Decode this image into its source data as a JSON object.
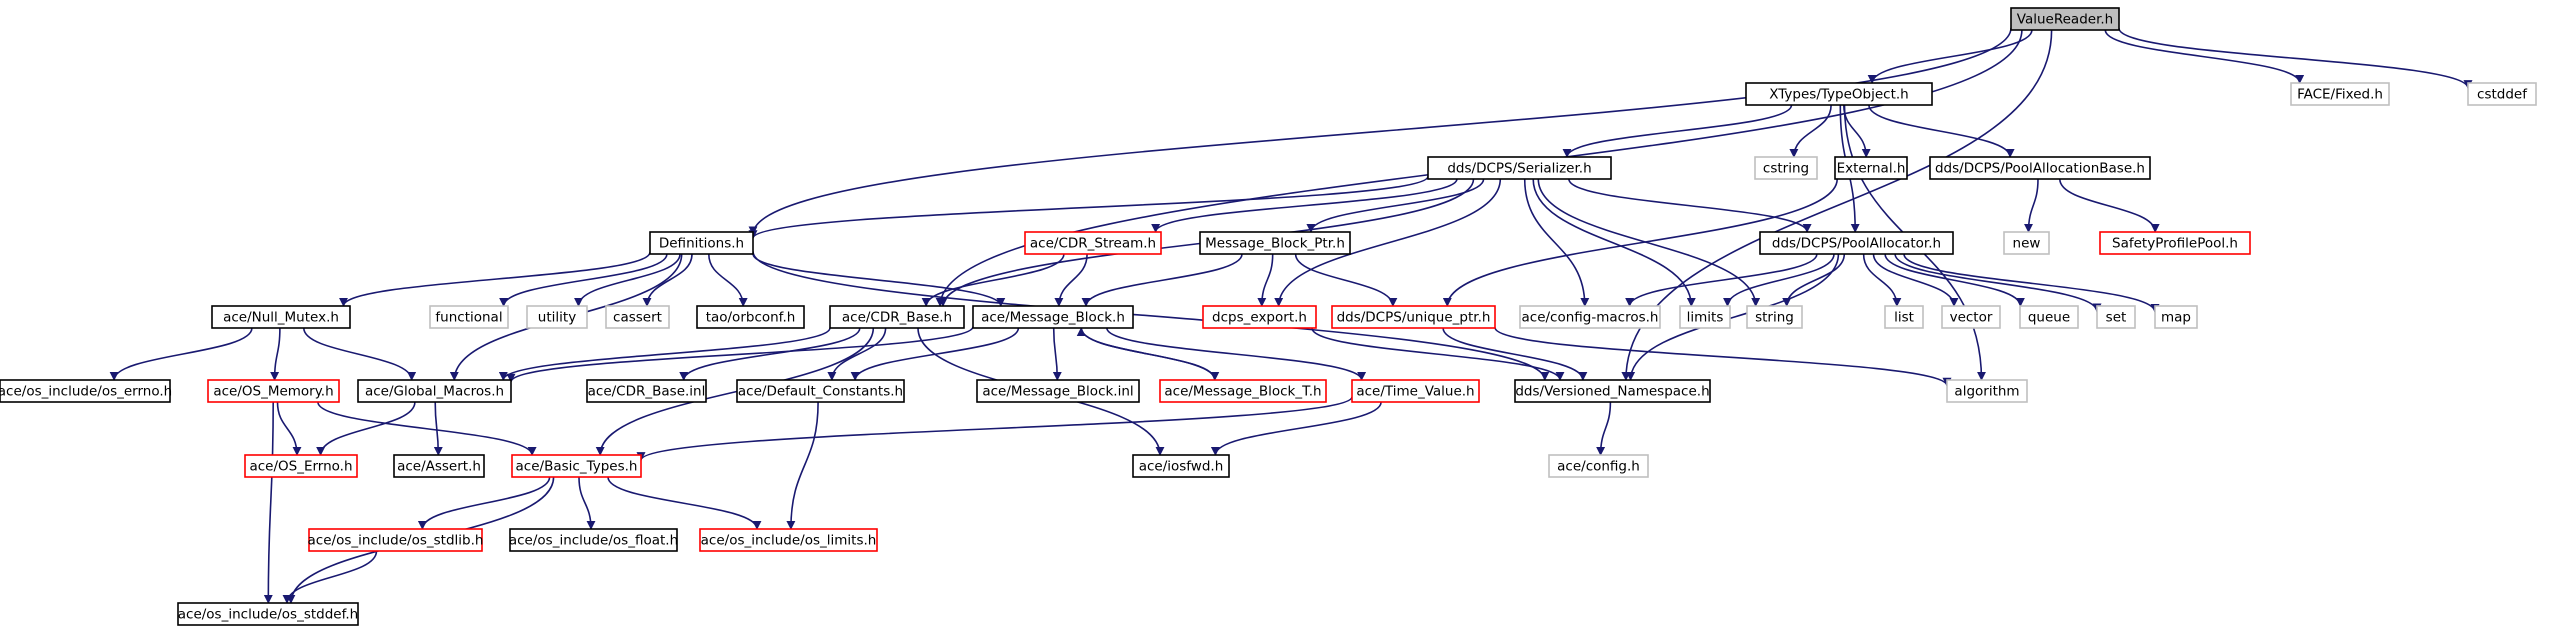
{
  "colors": {
    "node_fill": "#ffffff",
    "root_fill": "#bfbfbf",
    "normal_border": "#000000",
    "truncated_border": "#ff0000",
    "system_border": "#bfbfbf",
    "edge": "#191970",
    "text_dark": "#000000",
    "text_system": "#404040"
  },
  "nodes": {
    "n_valuereader": {
      "label": "ValueReader.h",
      "kind": "root"
    },
    "n_typeobject": {
      "label": "XTypes/TypeObject.h",
      "kind": "normal"
    },
    "n_face_fixed": {
      "label": "FACE/Fixed.h",
      "kind": "system"
    },
    "n_cstddef": {
      "label": "cstddef",
      "kind": "system"
    },
    "n_serializer": {
      "label": "dds/DCPS/Serializer.h",
      "kind": "normal"
    },
    "n_cstring": {
      "label": "cstring",
      "kind": "system"
    },
    "n_external": {
      "label": "External.h",
      "kind": "normal"
    },
    "n_poolallocbase": {
      "label": "dds/DCPS/PoolAllocationBase.h",
      "kind": "normal"
    },
    "n_definitions": {
      "label": "Definitions.h",
      "kind": "normal"
    },
    "n_cdr_stream": {
      "label": "ace/CDR_Stream.h",
      "kind": "truncated"
    },
    "n_mb_ptr": {
      "label": "Message_Block_Ptr.h",
      "kind": "normal"
    },
    "n_poolallocator": {
      "label": "dds/DCPS/PoolAllocator.h",
      "kind": "normal"
    },
    "n_new": {
      "label": "new",
      "kind": "system"
    },
    "n_safetypool": {
      "label": "SafetyProfilePool.h",
      "kind": "truncated"
    },
    "n_null_mutex": {
      "label": "ace/Null_Mutex.h",
      "kind": "normal"
    },
    "n_functional": {
      "label": "functional",
      "kind": "system"
    },
    "n_utility": {
      "label": "utility",
      "kind": "system"
    },
    "n_cassert": {
      "label": "cassert",
      "kind": "system"
    },
    "n_orbconf": {
      "label": "tao/orbconf.h",
      "kind": "normal"
    },
    "n_cdr_base": {
      "label": "ace/CDR_Base.h",
      "kind": "normal"
    },
    "n_message_block": {
      "label": "ace/Message_Block.h",
      "kind": "normal"
    },
    "n_dcps_export": {
      "label": "dcps_export.h",
      "kind": "truncated"
    },
    "n_unique_ptr": {
      "label": "dds/DCPS/unique_ptr.h",
      "kind": "truncated"
    },
    "n_config_macros": {
      "label": "ace/config-macros.h",
      "kind": "system"
    },
    "n_limits": {
      "label": "limits",
      "kind": "system"
    },
    "n_string": {
      "label": "string",
      "kind": "system"
    },
    "n_list": {
      "label": "list",
      "kind": "system"
    },
    "n_vector": {
      "label": "vector",
      "kind": "system"
    },
    "n_queue": {
      "label": "queue",
      "kind": "system"
    },
    "n_set": {
      "label": "set",
      "kind": "system"
    },
    "n_map": {
      "label": "map",
      "kind": "system"
    },
    "n_os_errno_inc": {
      "label": "ace/os_include/os_errno.h",
      "kind": "normal"
    },
    "n_os_memory": {
      "label": "ace/OS_Memory.h",
      "kind": "truncated"
    },
    "n_global_macros": {
      "label": "ace/Global_Macros.h",
      "kind": "normal"
    },
    "n_cdr_base_inl": {
      "label": "ace/CDR_Base.inl",
      "kind": "normal"
    },
    "n_default_constants": {
      "label": "ace/Default_Constants.h",
      "kind": "normal"
    },
    "n_mb_inl": {
      "label": "ace/Message_Block.inl",
      "kind": "normal"
    },
    "n_mb_t": {
      "label": "ace/Message_Block_T.h",
      "kind": "truncated"
    },
    "n_time_value": {
      "label": "ace/Time_Value.h",
      "kind": "truncated"
    },
    "n_versioned_ns": {
      "label": "dds/Versioned_Namespace.h",
      "kind": "normal"
    },
    "n_algorithm": {
      "label": "algorithm",
      "kind": "system"
    },
    "n_os_errno": {
      "label": "ace/OS_Errno.h",
      "kind": "truncated"
    },
    "n_assert": {
      "label": "ace/Assert.h",
      "kind": "normal"
    },
    "n_basic_types": {
      "label": "ace/Basic_Types.h",
      "kind": "truncated"
    },
    "n_iosfwd": {
      "label": "ace/iosfwd.h",
      "kind": "normal"
    },
    "n_config": {
      "label": "ace/config.h",
      "kind": "system"
    },
    "n_os_stdlib": {
      "label": "ace/os_include/os_stdlib.h",
      "kind": "truncated"
    },
    "n_os_float": {
      "label": "ace/os_include/os_float.h",
      "kind": "normal"
    },
    "n_os_limits": {
      "label": "ace/os_include/os_limits.h",
      "kind": "truncated"
    },
    "n_os_stddef": {
      "label": "ace/os_include/os_stddef.h",
      "kind": "normal"
    }
  }
}
